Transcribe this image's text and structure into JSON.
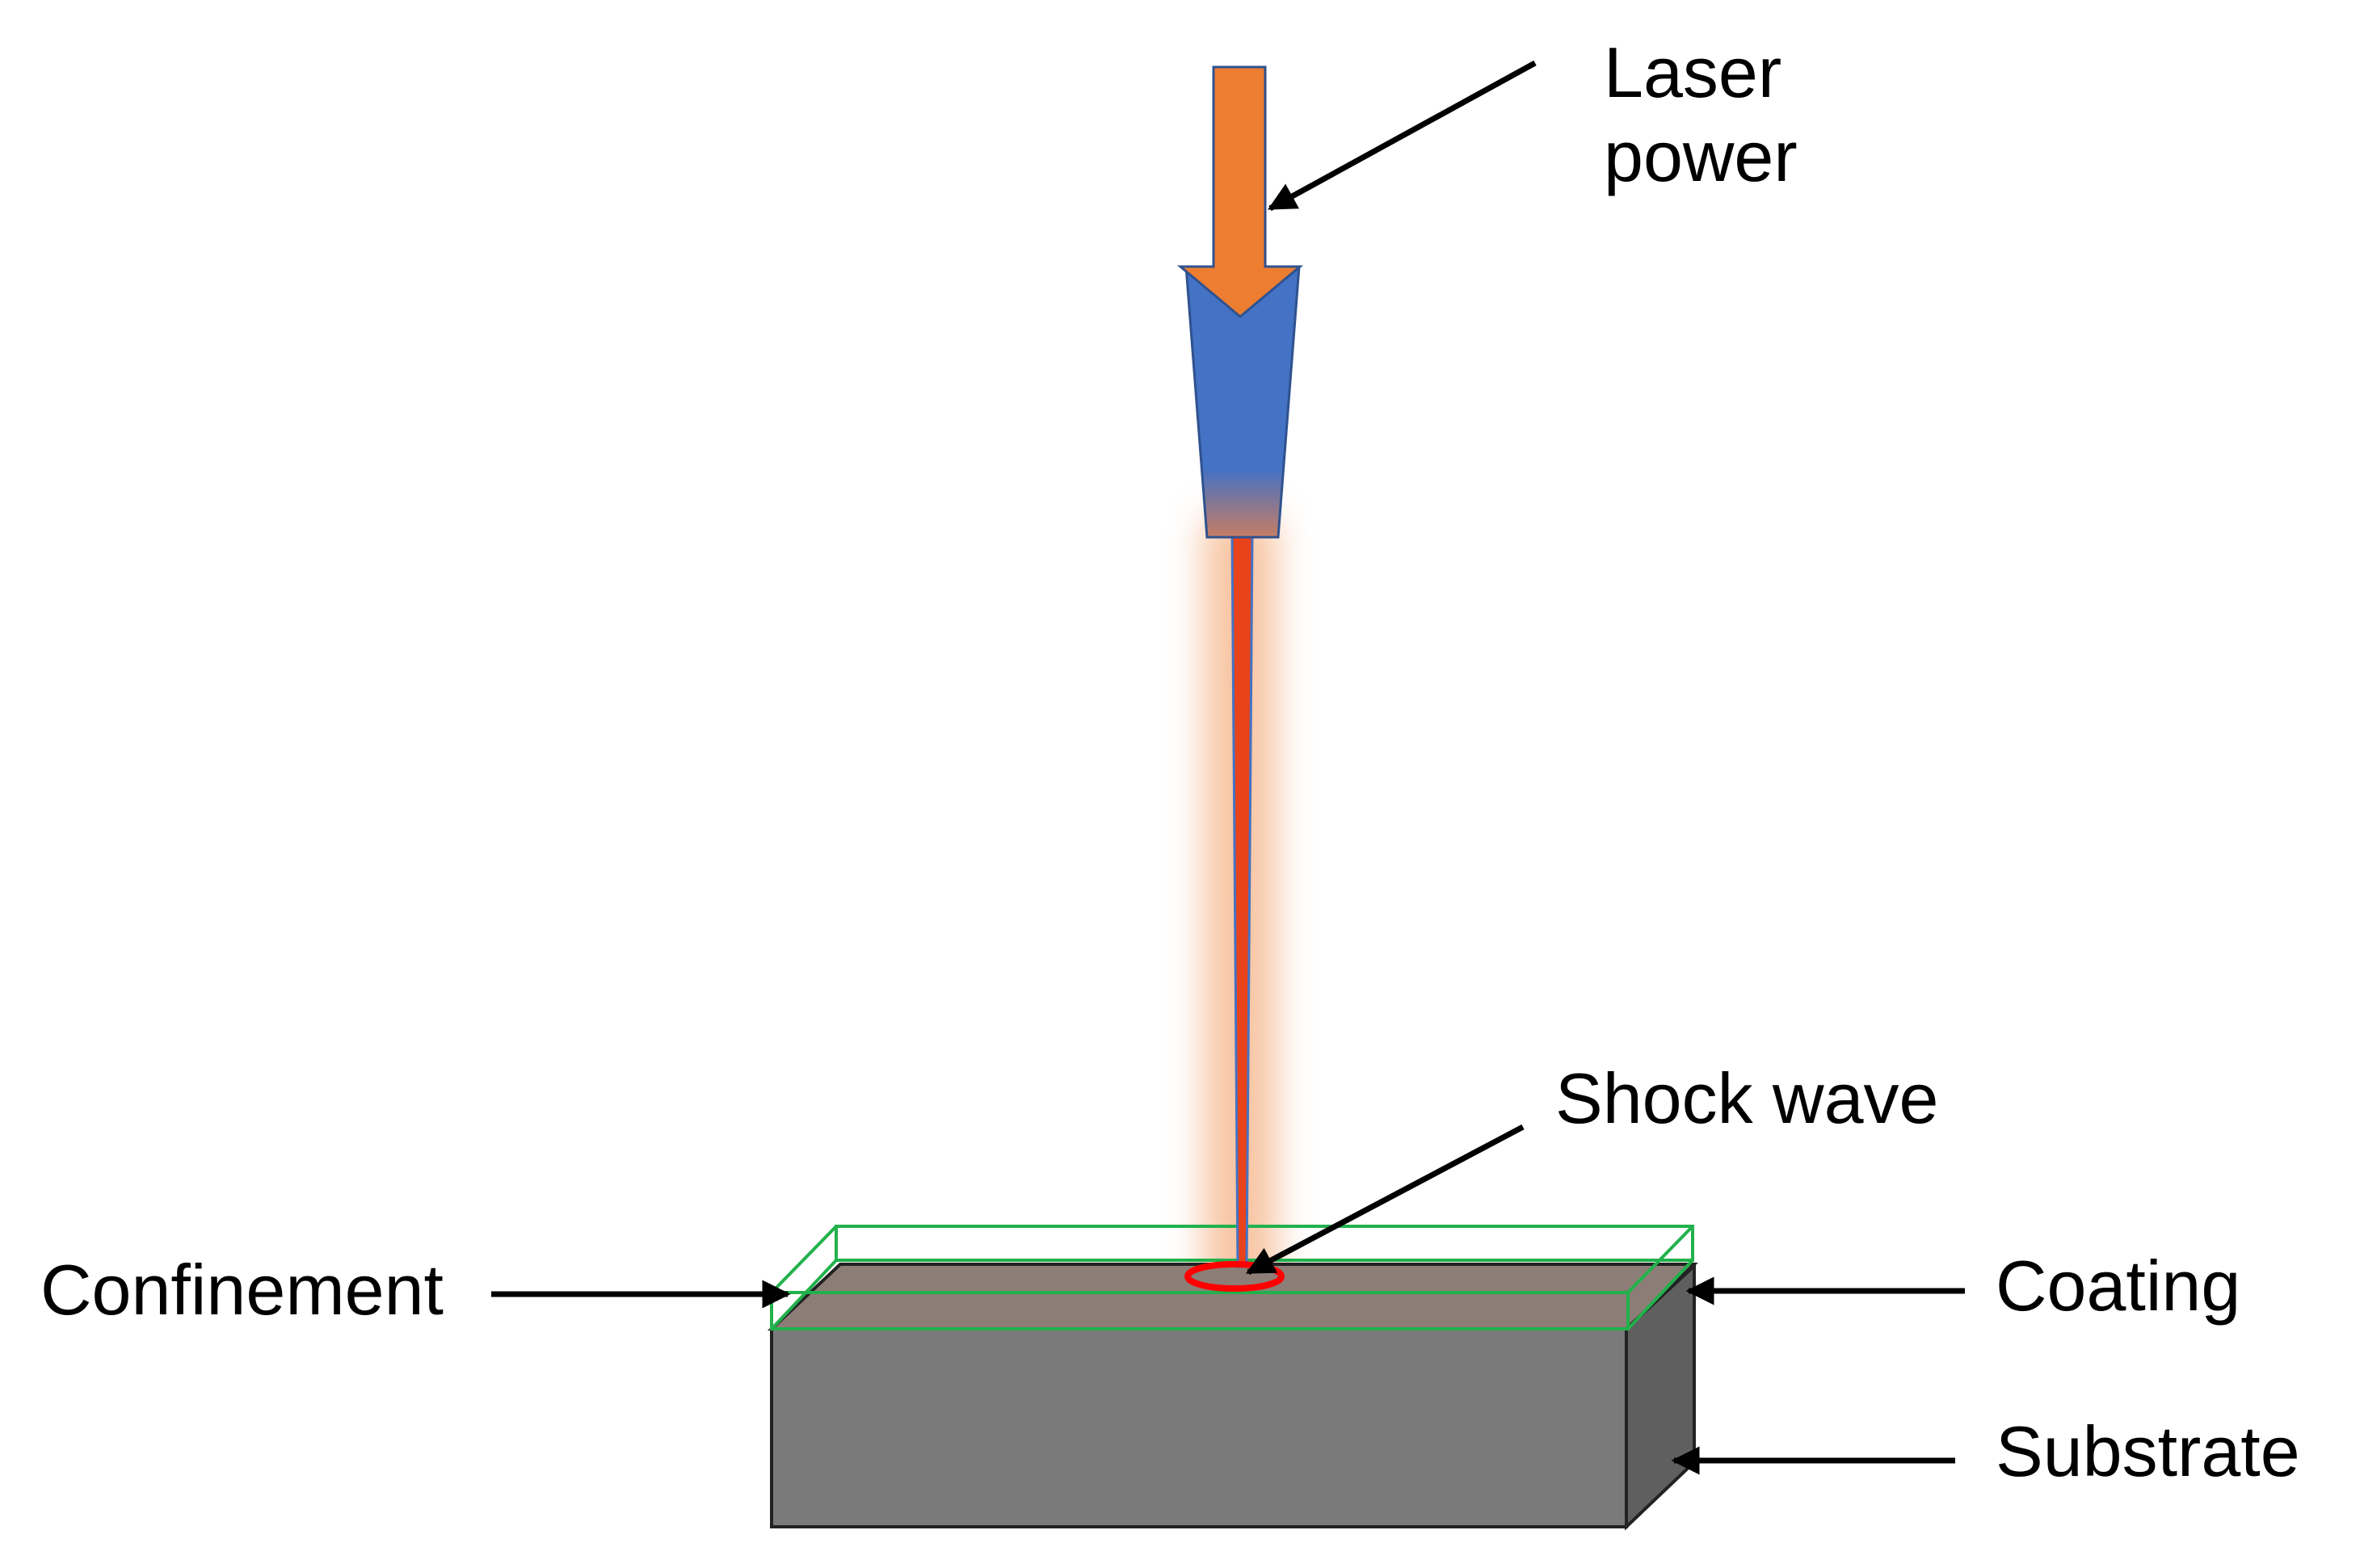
{
  "labels": {
    "laser_line1": "Laser",
    "laser_line2": "power",
    "shock_wave": "Shock wave",
    "confinement": "Confinement",
    "coating": "Coating",
    "substrate": "Substrate"
  },
  "colors": {
    "laser_arrow": "#ED7D31",
    "nozzle": "#4472C4",
    "beam_core": "#E8431A",
    "beam_glow": "#F4B183",
    "shock_ring": "#FF0000",
    "confinement_outline": "#22B14C",
    "coating_top": "#8C7E76",
    "substrate_front": "#7A7A7A",
    "substrate_side": "#5F5F5F",
    "pointer_lines": "#000000"
  }
}
